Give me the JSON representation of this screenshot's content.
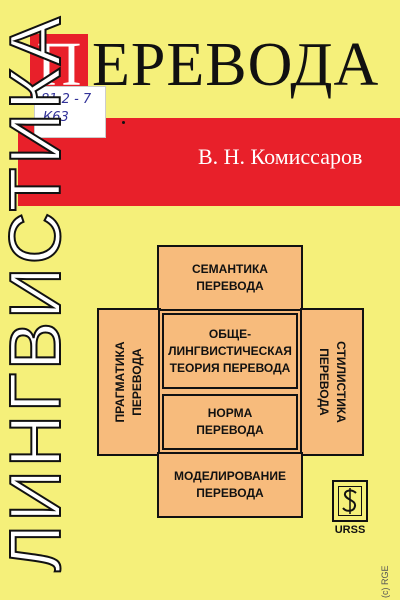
{
  "cover": {
    "title_first_letter": "П",
    "title_rest": "ЕРЕВОДА",
    "vertical_title": "ЛИНГВИСТИКА",
    "author": "В. Н. Комиссаров",
    "colors": {
      "background": "#f5f07a",
      "band": "#e8202a",
      "box_fill": "#f7bb7c"
    }
  },
  "sticker": {
    "line1": "81.2 - 7",
    "line2": "К63"
  },
  "diagram": {
    "top": [
      "СЕМАНТИКА",
      "ПЕРЕВОДА"
    ],
    "left": [
      "ПРАГМАТИКА",
      "ПЕРЕВОДА"
    ],
    "right": [
      "СТИЛИСТИКА",
      "ПЕРЕВОДА"
    ],
    "core": [
      "ОБЩЕ-",
      "ЛИНГВИСТИЧЕСКАЯ",
      "ТЕОРИЯ ПЕРЕВОДА"
    ],
    "norm": [
      "НОРМА",
      "ПЕРЕВОДА"
    ],
    "bottom": [
      "МОДЕЛИРОВАНИЕ",
      "ПЕРЕВОДА"
    ]
  },
  "publisher": {
    "logo_icon": "urss-s-logo-icon",
    "name": "URSS"
  },
  "watermark": "(c) RGE"
}
